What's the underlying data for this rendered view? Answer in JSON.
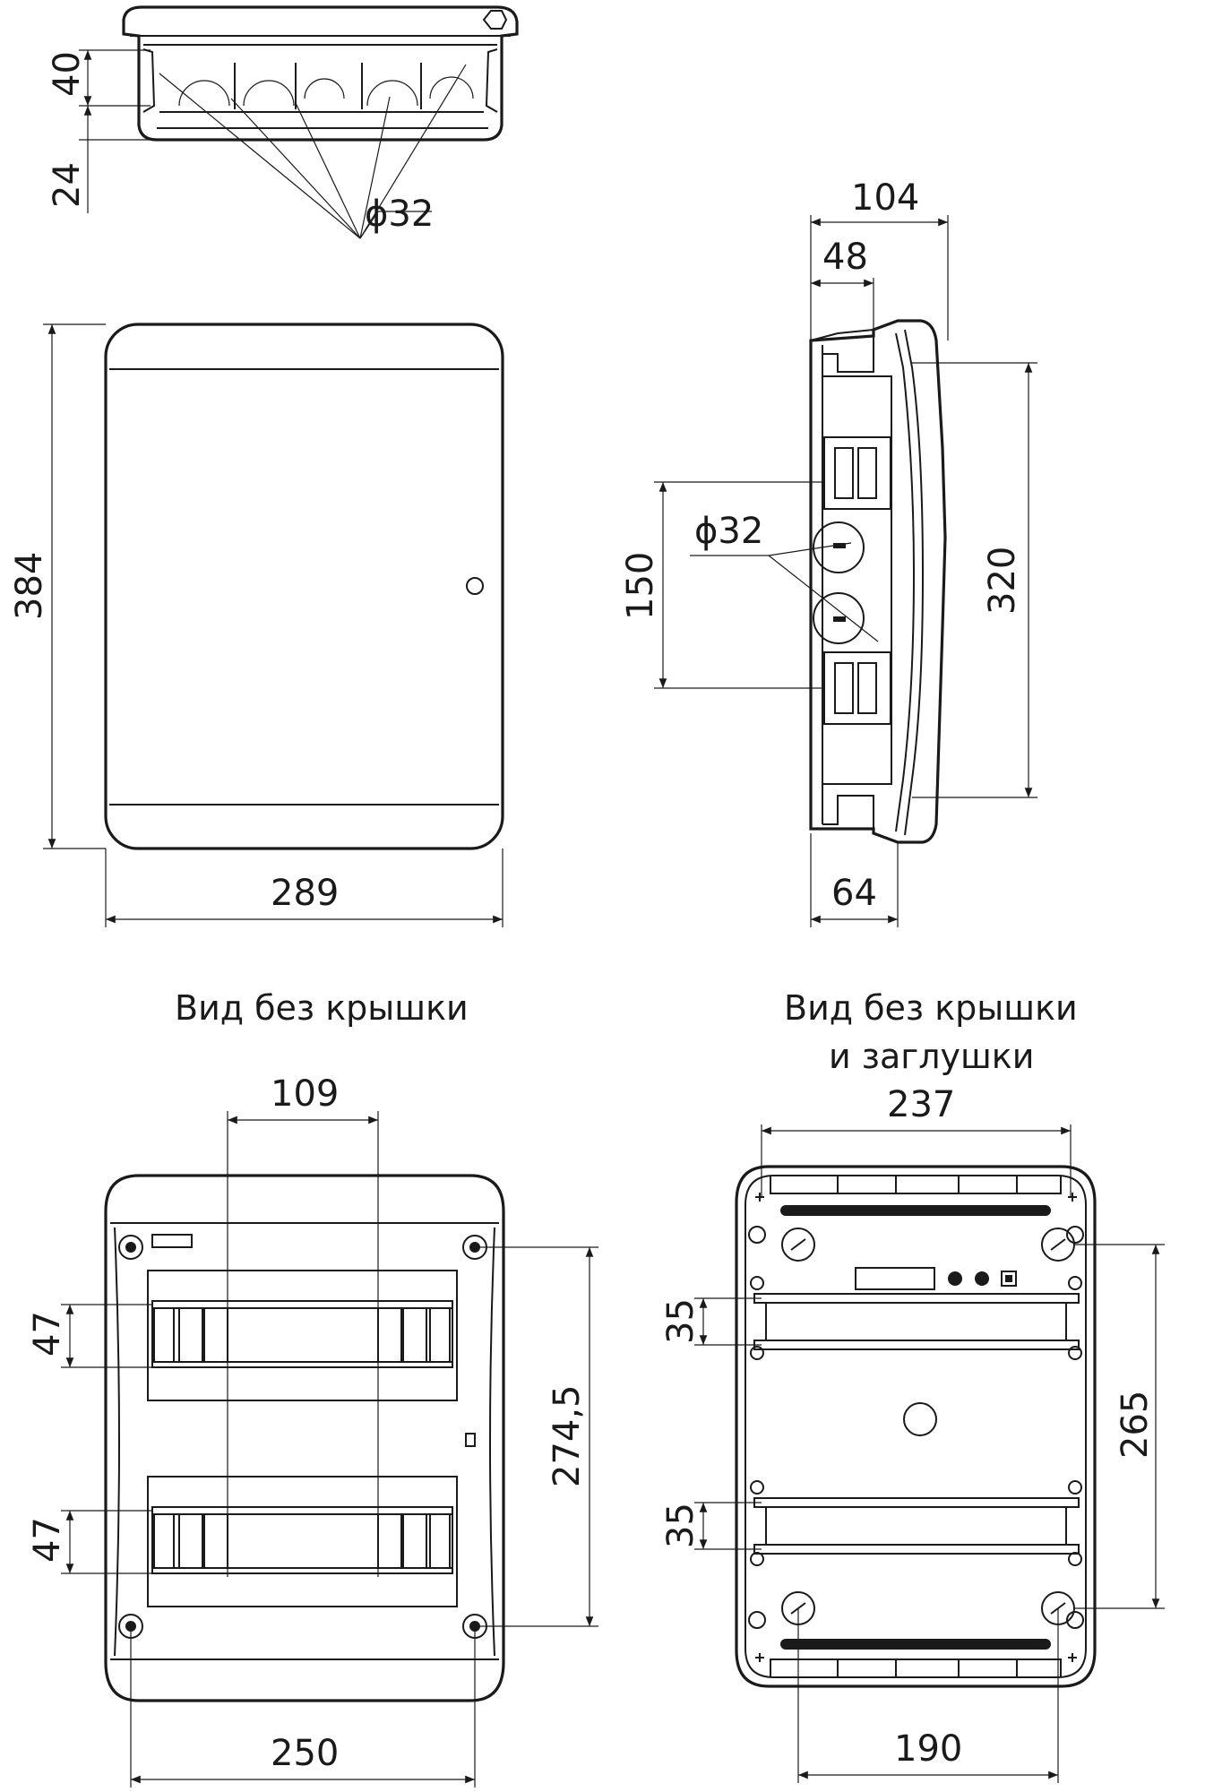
{
  "captions": {
    "no_cover": "Вид без крышки",
    "no_cover_plug_line1": "Вид без крышки",
    "no_cover_plug_line2": "и заглушки"
  },
  "top_view": {
    "dim_40": "40",
    "dim_24": "24",
    "dim_d32": "ϕ32"
  },
  "front_view": {
    "dim_384": "384",
    "dim_289": "289"
  },
  "side_view": {
    "dim_104": "104",
    "dim_48": "48",
    "dim_150": "150",
    "dim_d32": "ϕ32",
    "dim_320": "320",
    "dim_64": "64"
  },
  "inner_view": {
    "dim_109": "109",
    "dim_47_top": "47",
    "dim_47_bottom": "47",
    "dim_274_5": "274,5",
    "dim_250": "250"
  },
  "back_view": {
    "dim_237": "237",
    "dim_35_top": "35",
    "dim_35_bottom": "35",
    "dim_265": "265",
    "dim_190": "190"
  }
}
